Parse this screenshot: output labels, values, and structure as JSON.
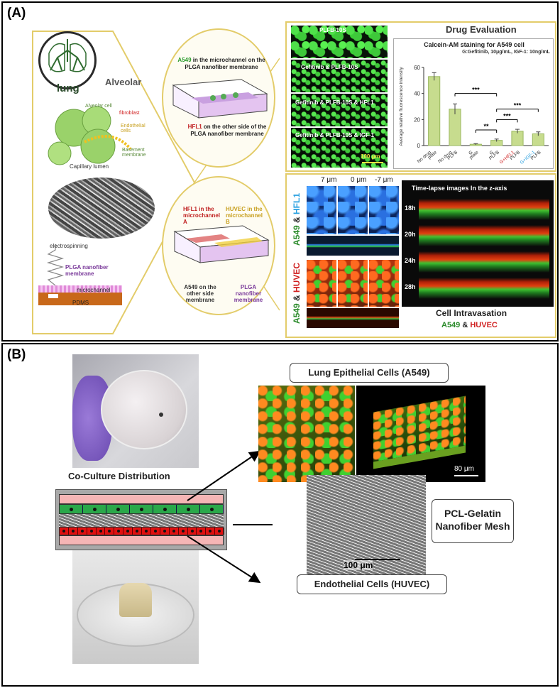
{
  "panelA": {
    "label": "(A)",
    "lung": "lung",
    "alveolar": "Alveolar",
    "anat": {
      "alveolar_cell": "Alveolar cell",
      "fibroblast": "fibroblast",
      "endothelial": "Endothelial cells",
      "basement": "Basement membrane",
      "capillary": "Capillary lumen"
    },
    "electrospinning": "electrospinning",
    "plga_membrane": "PLGA nanofiber membrane",
    "microchannel": "microchannel",
    "pdms": "PDMS",
    "chip1": {
      "a549_name": "A549",
      "a549_text": " in the microchannel on the PLGA nanofiber membrane",
      "hfl1_name": "HFL1",
      "hfl1_text": " on the other side of the PLGA nanofiber membrane"
    },
    "chip2": {
      "hfl1": "HFL1 in the microchannel A",
      "huvec": "HUVEC in the microchannel B",
      "a549": "A549 on the other side membrane",
      "plga": "PLGA nanofiber membrane"
    },
    "drug_images": [
      "PLFB-10S",
      "Gefitinib & PLFB-10S",
      "Gefitinib & PLFB-10S & HFL1",
      "Gefitinib & PLFB-10S & IGF-1"
    ],
    "scale_100": "100 μm",
    "drug_title": "Drug Evaluation",
    "confocal_cols": [
      "7 μm",
      "0 μm",
      "-7 μm"
    ],
    "confocal_row1": [
      "A549",
      " & ",
      "HFL1"
    ],
    "confocal_row2": [
      "A549",
      " & ",
      "HUVEC"
    ],
    "timelapse_title": "Time-lapse images In the z-axis",
    "timelapse_rows": [
      "18h",
      "20h",
      "24h",
      "28h"
    ],
    "intravasation": "Cell Intravasation",
    "intravasation_sub": [
      "A549",
      " & ",
      "HUVEC"
    ]
  },
  "chart_data": {
    "type": "bar",
    "title": "Calcein-AM staining for A549 cell",
    "subtitle": "G:Gefitinib, 10μg/mL, IGF-1: 10ng/mL",
    "ylabel": "Average relative fluorescence intensity",
    "ylim": [
      0,
      60
    ],
    "yticks": [
      0,
      20,
      40,
      60
    ],
    "categories": [
      "No drug plate",
      "No drug PLFB",
      "G plate",
      "G PLFB",
      "G+HFL1 PLFB",
      "G+IGF-1 PLFB"
    ],
    "values": [
      53,
      28,
      1,
      4,
      11,
      9
    ],
    "errors": [
      3,
      4,
      0.5,
      1,
      1.5,
      1.5
    ],
    "significance": [
      "***",
      "**",
      "***",
      "***"
    ]
  },
  "panelB": {
    "label": "(B)",
    "coculture": "Co-Culture Distribution",
    "epithelial": "Lung Epithelial Cells (A549)",
    "mesh": "PCL-Gelatin Nanofiber Mesh",
    "endothelial": "Endothelial Cells (HUVEC)",
    "scale_80": "80 μm",
    "scale_100": "100 μm"
  },
  "colors": {
    "frame": "#e3cc6a",
    "bar": "#c7dc8e",
    "green_layer": "#2aa84a",
    "red_layer": "#e01010",
    "pink_layer": "#f5b5b5"
  }
}
